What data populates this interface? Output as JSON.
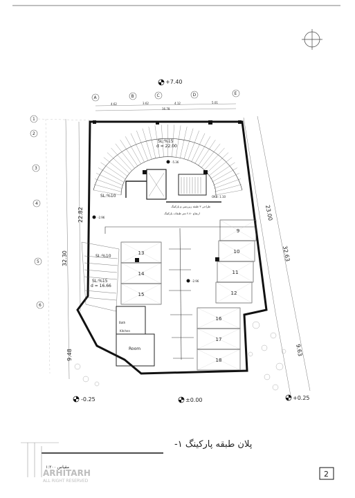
{
  "elevations": {
    "top": "+7.40",
    "left_bottom": "-0.25",
    "center_bottom": "±0.00",
    "right_bottom": "+0.25",
    "ramp_upper": "-5.36",
    "floor_left": "-2.96",
    "floor_center": "-2.96"
  },
  "grid": {
    "columns": [
      "A",
      "B",
      "C",
      "D",
      "E"
    ],
    "rows": [
      "1",
      "2",
      "3",
      "4",
      "5",
      "6"
    ]
  },
  "top_dims": [
    "4.62",
    "3.62",
    "4.12",
    "5.01"
  ],
  "top_total": "16.78",
  "dims": {
    "left_outer": "32.30",
    "left_inner": "22.82",
    "left_bottom": "9.48",
    "right_outer": "32.63",
    "right_inner": "23.00",
    "right_bottom": "9.63"
  },
  "ramps": {
    "upper_slope": "SL:%15",
    "upper_dist": "d = 22.00",
    "left_slope": "SL:%10",
    "mid_slope": "SL:%10",
    "lower_slope": "SL:%15",
    "lower_dist": "d = 16.66"
  },
  "label_okb": "OKB: 1.10",
  "notes": [
    "طراحی ۳ طبقه زیرزمین و پارکینگ",
    "ارتفاع ۲.۸۰ متر طبقات پارکینگ"
  ],
  "parking": [
    "9",
    "10",
    "11",
    "12",
    "13",
    "14",
    "15",
    "16",
    "17",
    "18"
  ],
  "rooms": {
    "room": "Room",
    "kitchen": "Kitchen",
    "bath": "Bath"
  },
  "title": "پلان طبقه پارکینگ ۱-",
  "subtitle": "مقیاس ۱:۲۰۰",
  "watermark": "ARHITARH",
  "rights": "ALL RIGHT RESERVED",
  "page_number": "2"
}
